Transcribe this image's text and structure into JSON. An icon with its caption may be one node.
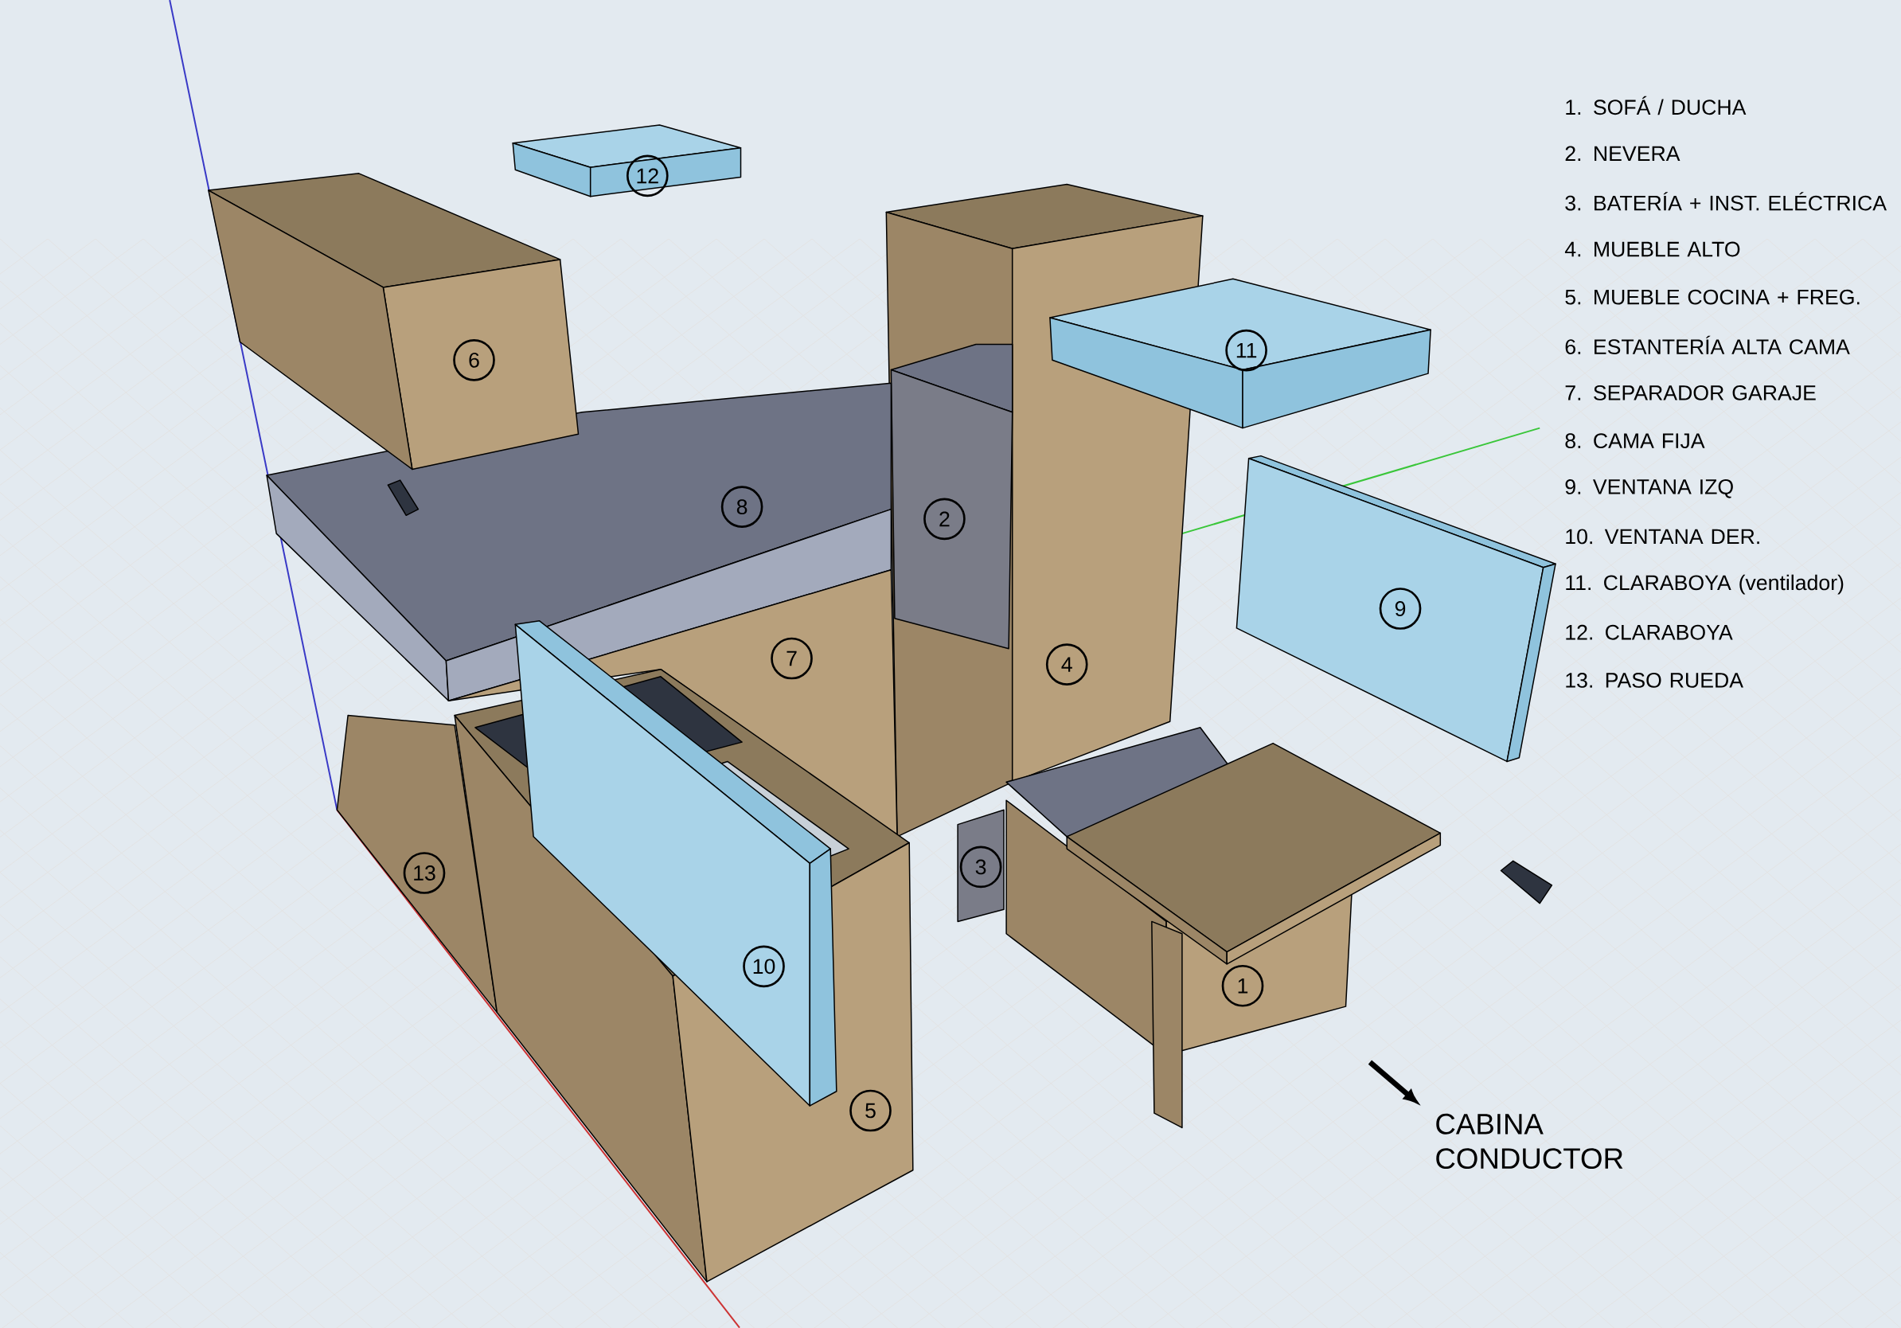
{
  "diagram": {
    "nodes": [
      {
        "text": [
          "1"
        ]
      },
      {
        "text": [
          "2"
        ]
      },
      {
        "text": [
          "3"
        ]
      },
      {
        "text": [
          "4"
        ]
      },
      {
        "text": [
          "5"
        ]
      },
      {
        "text": [
          "6"
        ]
      },
      {
        "text": [
          "7"
        ]
      },
      {
        "text": [
          "8"
        ]
      },
      {
        "text": [
          "9"
        ]
      },
      {
        "text": [
          "10"
        ]
      },
      {
        "text": [
          "11"
        ]
      },
      {
        "text": [
          "12"
        ]
      },
      {
        "text": [
          "13"
        ]
      }
    ],
    "edges": [],
    "labels": [
      "1. SOFÁ / DUCHA",
      "2. NEVERA",
      "3. BATERÍA + INST. ELÉCTRICA",
      "4. MUEBLE ALTO",
      "5. MUEBLE COCINA + FREG.",
      "6. ESTANTERÍA ALTA CAMA",
      "7. SEPARADOR GARAJE",
      "8. CAMA FIJA",
      "9. VENTANA IZQ",
      "10. VENTANA DER.",
      "11. CLARABOYA (ventilador)",
      "12. CLARABOYA",
      "13. PASO RUEDA",
      "CABINA CONDUCTOR"
    ]
  }
}
